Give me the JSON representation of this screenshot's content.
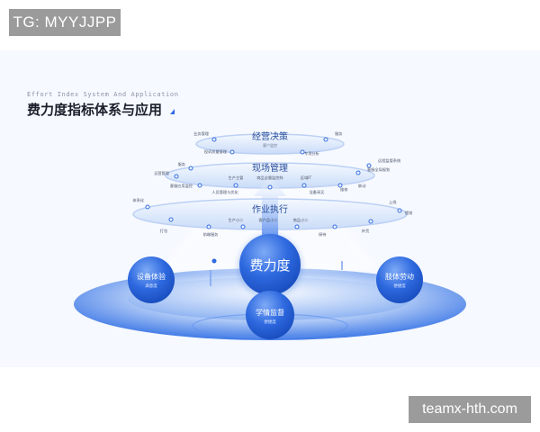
{
  "watermarks": {
    "top_left": "TG: MYYJJPP",
    "bottom_right": "teamx-hth.com"
  },
  "header": {
    "subtitle": "Effort Index System And Application",
    "title": "费力度指标体系与应用"
  },
  "colors": {
    "accent": "#2f6ae0",
    "ring_fill": "#dce7fb",
    "ring_stroke": "#b9cdf3",
    "base_fill": "#4f86ec",
    "sphere_dark": "#1f5fd6",
    "sphere_light": "#6fa1f5"
  },
  "diagram": {
    "tiers": [
      {
        "label": "经营决策",
        "subtitle": "客户监控",
        "tags": [
          "业务管理",
          "投诉质量管理",
          "专项分析",
          "服务"
        ]
      },
      {
        "label": "现场管理",
        "subtitle": "",
        "tags": [
          "服务",
          "运营管理",
          "客服应用监控",
          "生产主管",
          "商品全量监控阵",
          "区域IT",
          "客服全局规划",
          "远程监管系统",
          "人员管理与优化",
          "设备采买",
          "维修",
          "联动"
        ]
      },
      {
        "label": "作业执行",
        "subtitle": "",
        "tags": [
          "体系化",
          "生产小二",
          "客户品小二",
          "商品小二",
          "接待",
          "上线",
          "提前",
          "打包",
          "前端服务",
          "补货"
        ]
      }
    ],
    "core": {
      "label": "费力度"
    },
    "satellites": [
      {
        "label": "设备体验",
        "sub": "满意度"
      },
      {
        "label": "肢体劳动",
        "sub": "便捷度"
      },
      {
        "label": "学情监督",
        "sub": "便捷度"
      }
    ]
  }
}
